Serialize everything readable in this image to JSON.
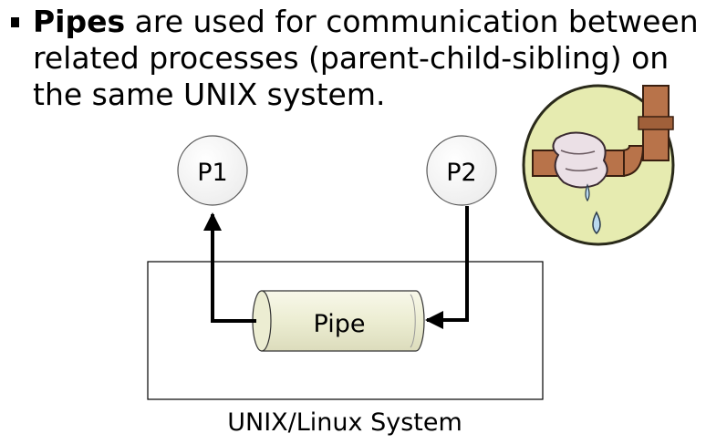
{
  "bullet": {
    "term": "Pipes",
    "line1_rest": " are used for communication between",
    "line2": "related processes (parent-child-sibling) on",
    "line3": "the same UNIX system."
  },
  "diagram": {
    "process1_label": "P1",
    "process2_label": "P2",
    "pipe_label": "Pipe",
    "system_label": "UNIX/Linux System"
  },
  "illustration": {
    "icon": "leaky-pipe-icon",
    "colors": {
      "disc": "#e6ebb0",
      "pipe": "#b8734a",
      "bandage": "#ebe0e6",
      "water": "#b9d8ee"
    }
  },
  "colors": {
    "pipe_fill": "#ecedd2",
    "process_fill": "#f2f2f2",
    "stroke": "#000000"
  }
}
